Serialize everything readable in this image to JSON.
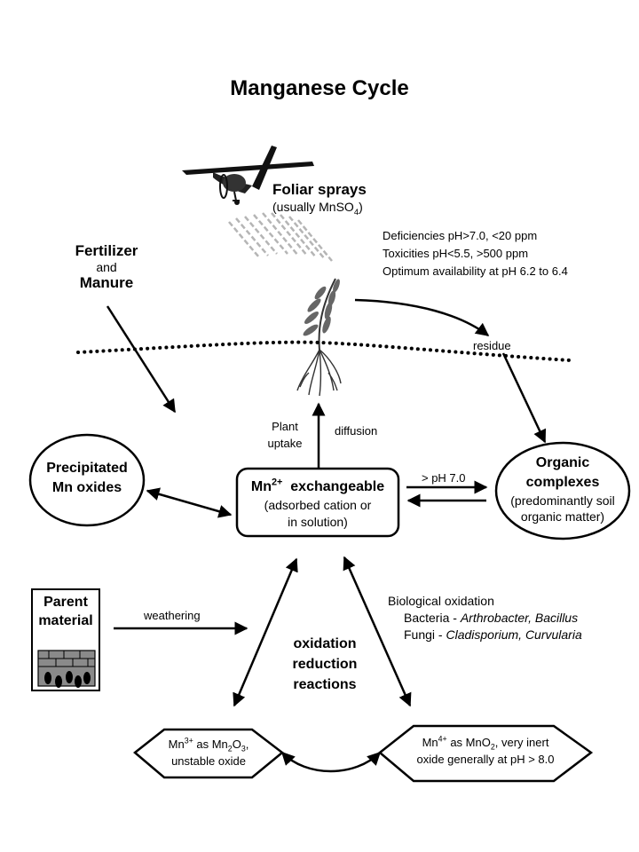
{
  "title": "Manganese Cycle",
  "foliar": {
    "title": "Foliar sprays",
    "detail_prefix": "(usually MnSO",
    "detail_sub": "4",
    "detail_suffix": ")"
  },
  "availability": [
    "Deficiencies  pH>7.0, <20 ppm",
    "Toxicities  pH<5.5,  >500 ppm",
    "Optimum availability at pH 6.2 to 6.4"
  ],
  "fertilizer": {
    "line1": "Fertilizer",
    "line2": "and",
    "line3": "Manure"
  },
  "residue": "residue",
  "plant_uptake": {
    "line1": "Plant",
    "line2": "uptake"
  },
  "diffusion": "diffusion",
  "precipitated": {
    "line1": "Precipitated",
    "line2": "Mn oxides"
  },
  "exchangeable": {
    "mn": "Mn",
    "charge": "2+",
    "label": "exchangeable",
    "line2": "(adsorbed cation or",
    "line3": "in solution)"
  },
  "ph_arrow": "> pH 7.0",
  "organic": {
    "line1": "Organic",
    "line2": "complexes",
    "line3": "(predominantly soil",
    "line4": "organic matter)"
  },
  "parent": {
    "line1": "Parent",
    "line2": "material"
  },
  "weathering": "weathering",
  "redox": {
    "line1": "oxidation",
    "line2": "reduction",
    "line3": "reactions"
  },
  "bio": {
    "title": "Biological oxidation",
    "bacteria_label": "Bacteria - ",
    "bacteria_names": "Arthrobacter, Bacillus",
    "fungi_label": "Fungi - ",
    "fungi_names": "Cladisporium, Curvularia"
  },
  "mn3": {
    "mn": "Mn",
    "charge": "3+",
    "as": " as Mn",
    "sub1": "2",
    "o": "O",
    "sub2": "3",
    "comma": ",",
    "line2": "unstable oxide"
  },
  "mn4": {
    "mn": "Mn",
    "charge": "4+",
    "as": " as MnO",
    "sub1": "2",
    "rest": ", very inert",
    "line2": "oxide generally at pH > 8.0"
  }
}
